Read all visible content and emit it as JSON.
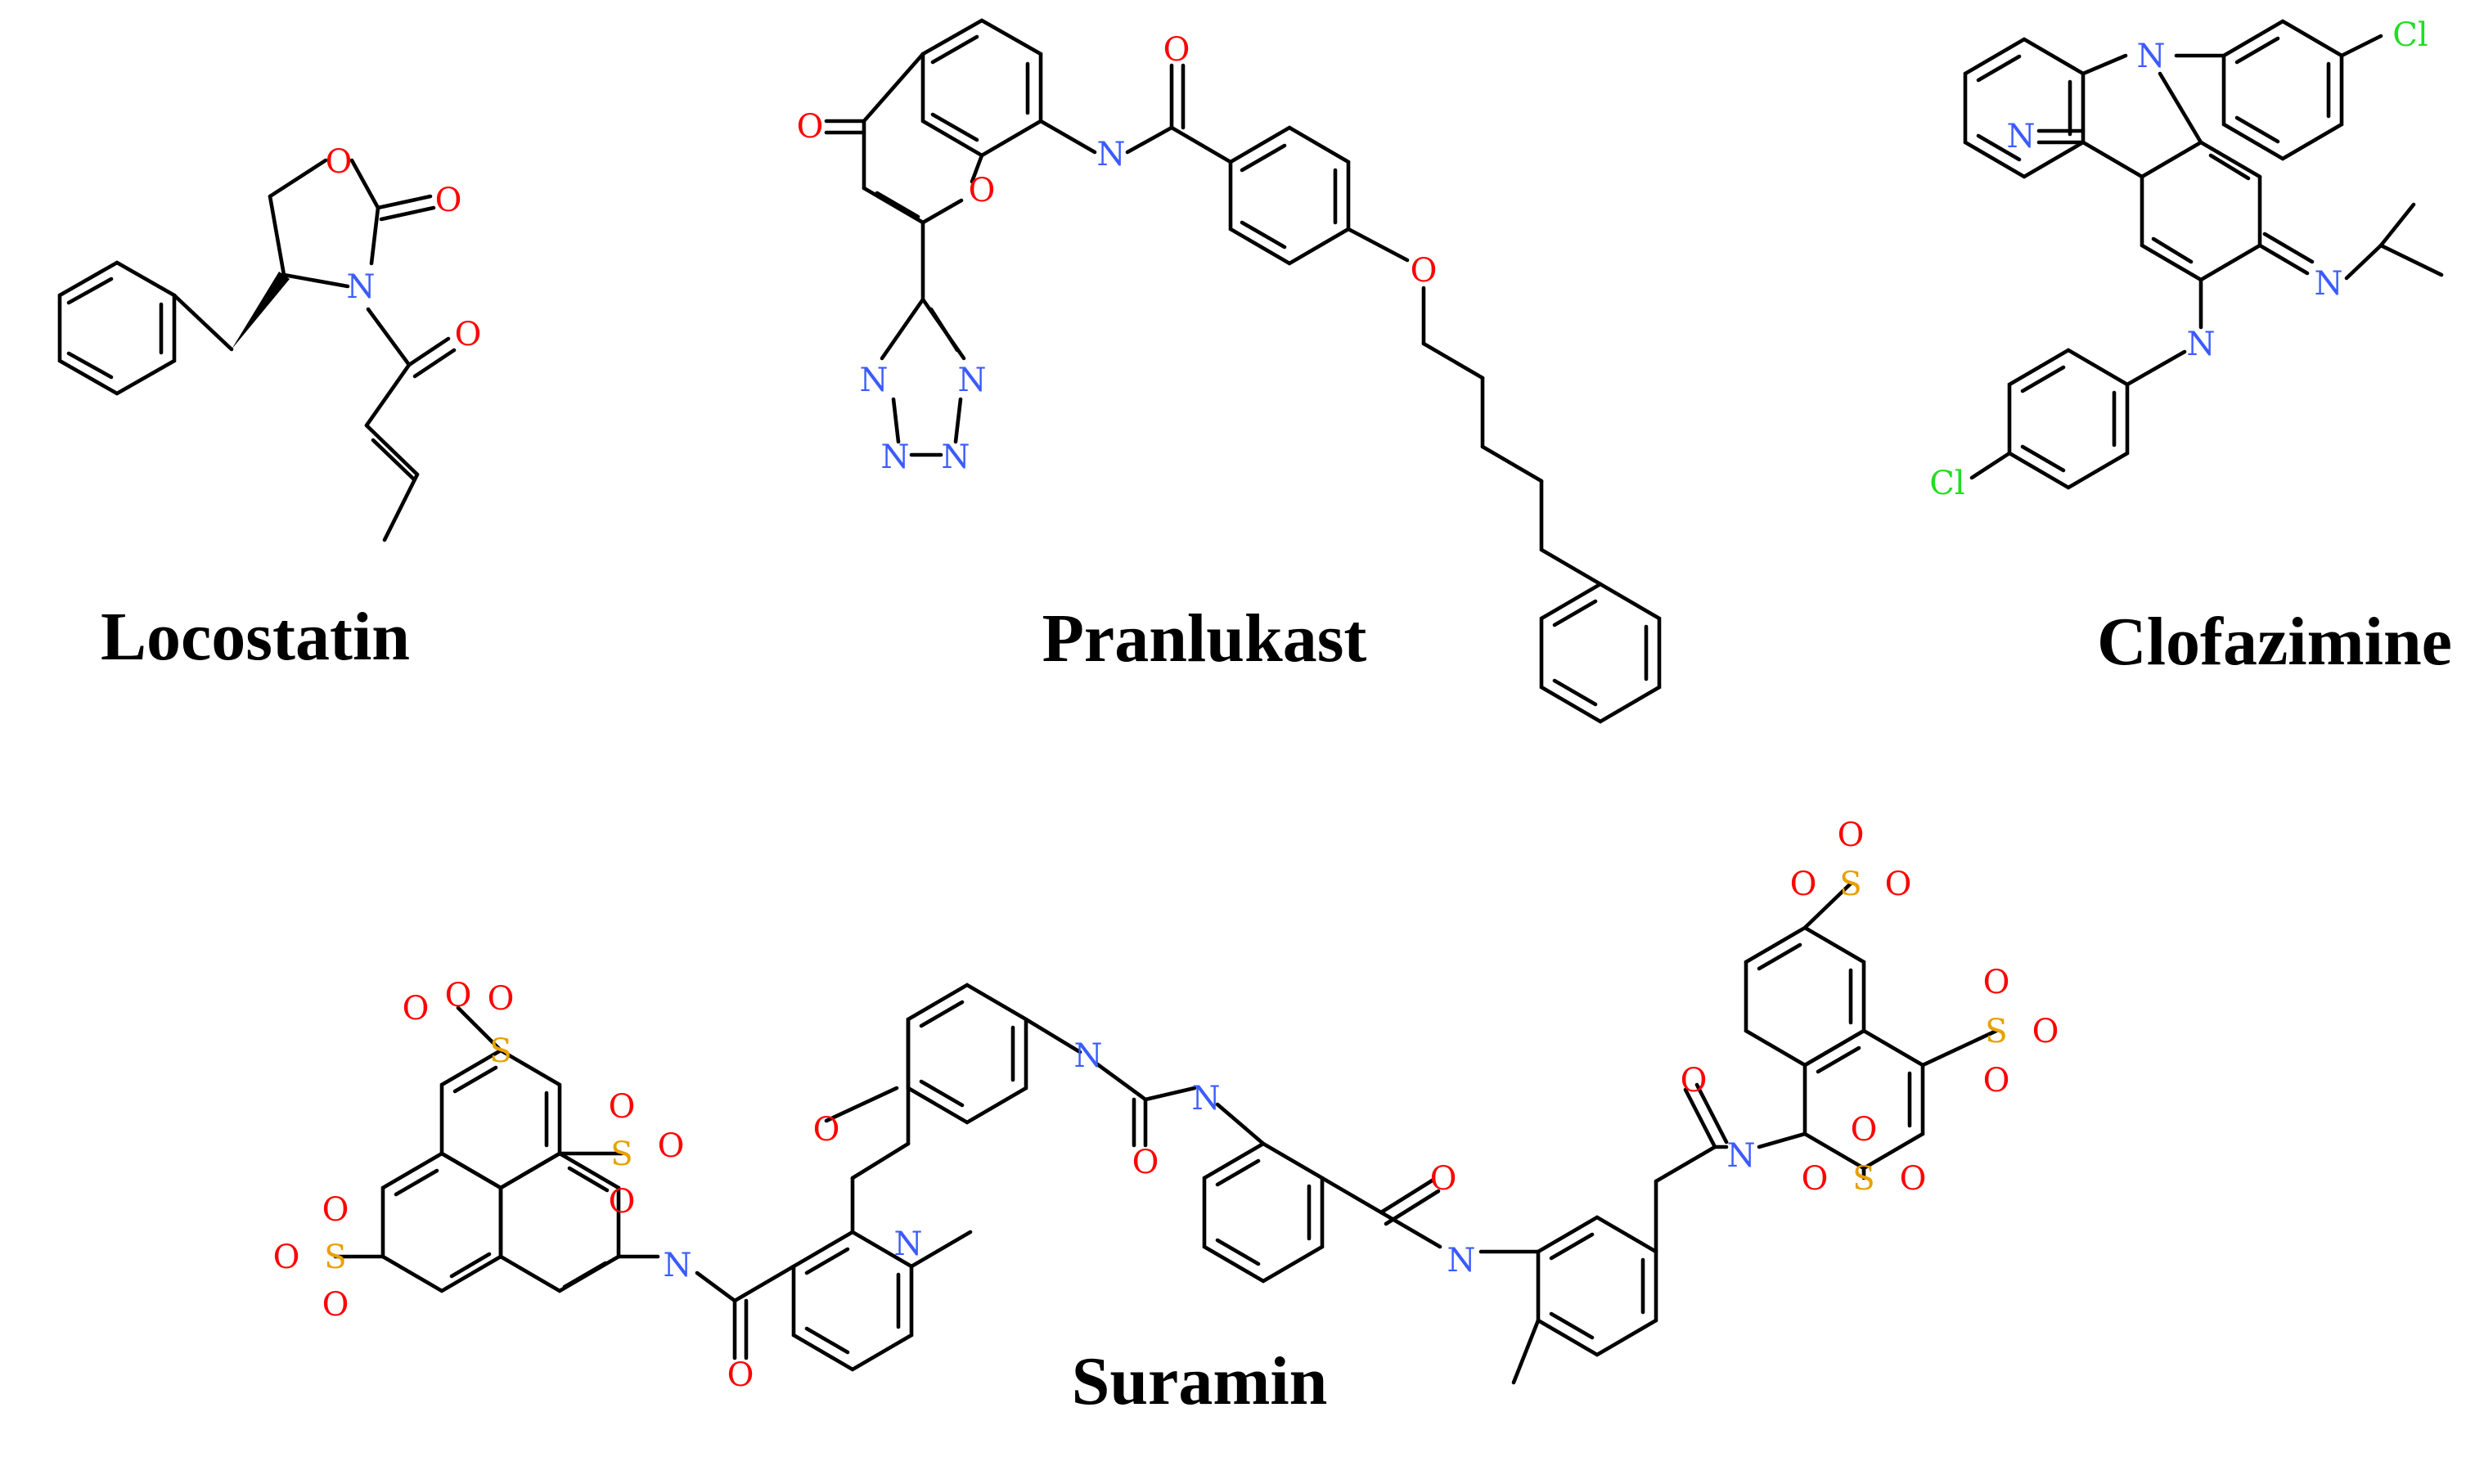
{
  "colors": {
    "bond": "#000000",
    "oxygen": "#ff0000",
    "nitrogen": "#3b5bff",
    "sulfur": "#e8a000",
    "chlorine": "#22dd22",
    "label": "#000000"
  },
  "molecules": [
    {
      "id": "locostatin",
      "name": "Locostatin",
      "atoms": {
        "ring_o": "O",
        "carbonyl_o1": "O",
        "carbonyl_o2": "O",
        "n": "N"
      }
    },
    {
      "id": "pranlukast",
      "name": "Pranlukast",
      "atoms": {
        "keto_o": "O",
        "ring_o": "O",
        "amide_n": "N",
        "amide_o": "O",
        "ether_o": "O",
        "tz_n1": "N",
        "tz_n2": "N",
        "tz_n3": "N",
        "tz_n4": "N"
      }
    },
    {
      "id": "clofazimine",
      "name": "Clofazimine",
      "atoms": {
        "n_ring_top": "N",
        "n_ring_left": "N",
        "n_imine": "N",
        "n_amine": "N",
        "cl_top": "Cl",
        "cl_bottom": "Cl"
      }
    },
    {
      "id": "suramin",
      "name": "Suramin",
      "atoms": {
        "s_l1": "S",
        "s_l2": "S",
        "s_l3": "S",
        "s_r1": "S",
        "s_r2": "S",
        "s_r3": "S",
        "o": "O",
        "n": "N"
      }
    }
  ]
}
